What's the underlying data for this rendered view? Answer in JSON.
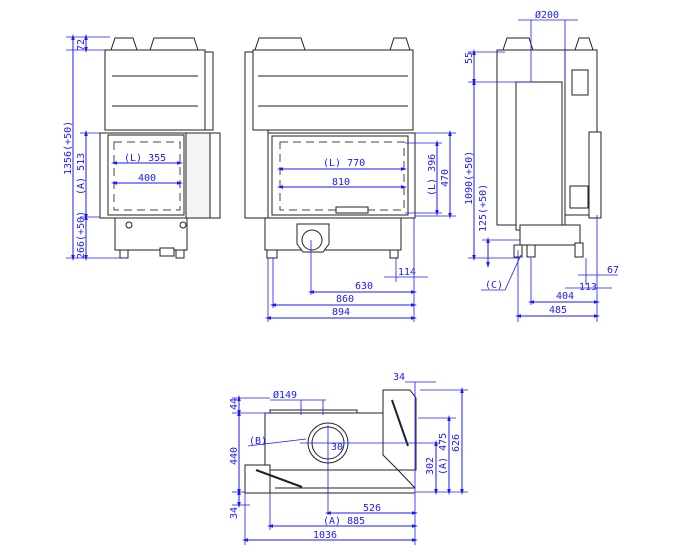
{
  "drawing": {
    "left_view": {
      "total_height": "1356(+50)",
      "top_offset": "72",
      "door_height": "(A) 513",
      "base_height": "266(+50)",
      "glass_width": "(L) 355",
      "opening_width": "400"
    },
    "front_view": {
      "glass_width": "(L) 770",
      "opening_width": "810",
      "glass_height": "(L) 396",
      "opening_height": "470",
      "foot_offset": "114",
      "flue_offset": "630",
      "feet_span": "860",
      "total_width": "894"
    },
    "side_view": {
      "flue_diameter": "Ø200",
      "top_offset": "55",
      "flue_height": "1090(+50)",
      "inlet_height": "125(+50)",
      "inlet_label": "(C)",
      "offset_67": "67",
      "offset_113": "113",
      "feet_depth": "404",
      "total_depth": "485"
    },
    "top_view": {
      "inlet_diameter": "Ø149",
      "inlet_label": "(B)",
      "center_label": "30",
      "top_offset": "44",
      "depth": "440",
      "bottom_offset": "34",
      "right_top_offset": "34",
      "center_depth": "302",
      "opening_depth": "(A) 475",
      "total_depth": "626",
      "center_x": "526",
      "opening_width": "(A) 885",
      "total_width": "1036"
    }
  }
}
